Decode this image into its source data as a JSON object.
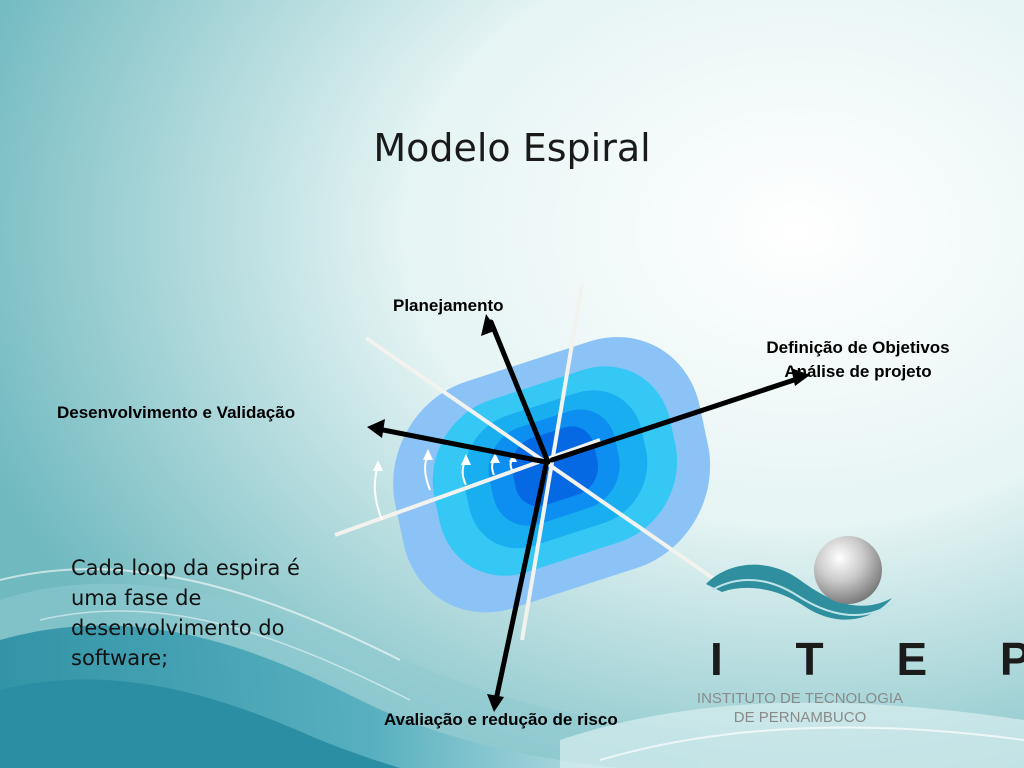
{
  "slide": {
    "title": "Modelo Espiral",
    "diagram": {
      "labels": {
        "planejamento": "Planejamento",
        "objetivos_line1": "Definição de Objetivos",
        "objetivos_line2": "Análise de projeto",
        "desenvolvimento": "Desenvolvimento e Validação",
        "avaliacao": "Avaliação e redução de risco"
      },
      "colors": {
        "ring_outer": "#8cc3f7",
        "ring_2": "#36c8f5",
        "ring_3": "#18aef0",
        "ring_4": "#0c8ff0",
        "ring_core": "#0569e4",
        "arrow": "#000000"
      }
    },
    "body_lines": [
      "Cada loop da espira é",
      "uma fase de",
      "desenvolvimento do",
      "software;"
    ],
    "logo": {
      "letters": "I T E P",
      "line1": "INSTITUTO DE TECNOLOGIA",
      "line2": "DE PERNAMBUCO"
    }
  }
}
